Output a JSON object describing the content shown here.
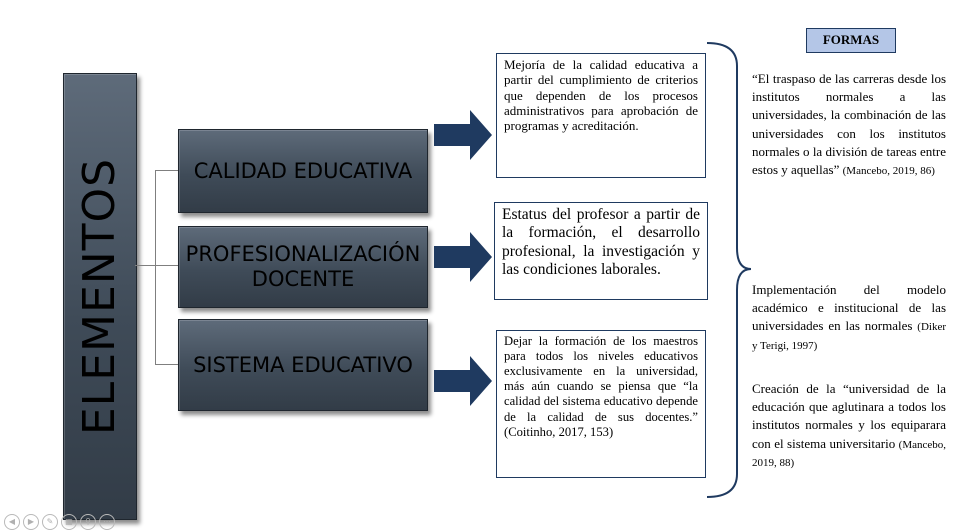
{
  "diagram": {
    "main_label": "ELEMENTOS",
    "categories": [
      {
        "label": "CALIDAD EDUCATIVA"
      },
      {
        "label": "PROFESIONALIZACIÓN DOCENTE"
      },
      {
        "label": "SISTEMA EDUCATIVO"
      }
    ],
    "descriptions": [
      "Mejoría de la calidad educativa a partir del cumplimiento de criterios que dependen de los procesos administrativos para aprobación de programas y acreditación.",
      "Estatus del profesor a partir de la formación, el desarrollo profesional, la investigación y las condiciones laborales.",
      "Dejar la formación de los maestros para todos los niveles educativos exclusivamente en la universidad, más aún cuando se piensa que “la calidad del sistema educativo depende de la calidad de sus docentes.” (Coitinho, 2017, 153)"
    ],
    "formas_title": "FORMAS",
    "formas": [
      {
        "text": "“El traspaso de las carreras desde los institutos normales a las universidades, la combinación de las universidades con los institutos normales o la división de tareas entre estos y aquellas”",
        "cite": "(Mancebo, 2019, 86)"
      },
      {
        "text": "Implementación del modelo académico e institucional de las universidades en las normales",
        "cite": "(Diker y Terigi, 1997)"
      },
      {
        "text": "Creación de la “universidad de la educación que aglutinara a todos los institutos normales y los equiparara con el sistema universitario",
        "cite": "(Mancebo, 2019, 88)"
      }
    ]
  },
  "colors": {
    "block_dark": "#3f4b58",
    "arrow": "#1f3a60",
    "formas_bg": "#b4c6e7"
  },
  "toolbar": {
    "icons": [
      "previous-icon",
      "next-icon",
      "pen-icon",
      "slides-grid-icon",
      "zoom-icon",
      "more-icon"
    ]
  }
}
